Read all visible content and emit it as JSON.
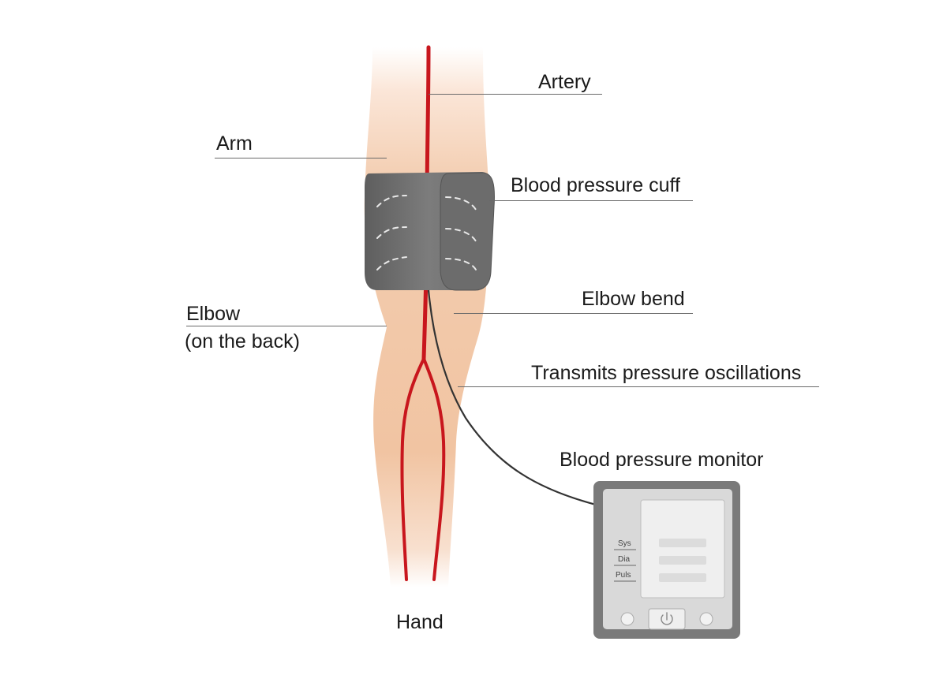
{
  "labels": {
    "artery": "Artery",
    "arm": "Arm",
    "cuff": "Blood pressure cuff",
    "elbow_line1": "Elbow",
    "elbow_line2": "(on the back)",
    "elbow_bend": "Elbow bend",
    "transmits": "Transmits pressure oscillations",
    "monitor": "Blood pressure monitor",
    "hand": "Hand"
  },
  "monitor_display": {
    "sys": "Sys",
    "dia": "Dia",
    "puls": "Puls"
  },
  "colors": {
    "skin": "#f2c7a6",
    "artery": "#c8161d",
    "cuff": "#6e6e6e",
    "monitor_body": "#7a7a7a",
    "leader_line": "#6a6a6a"
  }
}
